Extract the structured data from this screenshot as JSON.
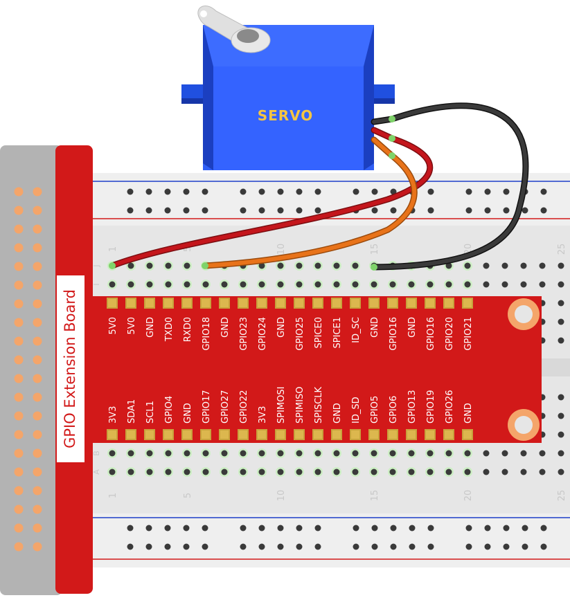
{
  "servo": {
    "label": "SERVO"
  },
  "extension_board": {
    "title": "GPIO Extension Board"
  },
  "pins_top": [
    "5V0",
    "5V0",
    "GND",
    "TXD0",
    "RXD0",
    "GPIO18",
    "GND",
    "GPIO23",
    "GPIO24",
    "GND",
    "GPIO25",
    "SPICE0",
    "SPICE1",
    "ID_SC",
    "GND",
    "GPIO16",
    "GND",
    "GPIO16",
    "GPIO20",
    "GPIO21"
  ],
  "pins_bottom": [
    "3V3",
    "SDA1",
    "SCL1",
    "GPIO4",
    "GND",
    "GPIO17",
    "GPIO27",
    "GPIO22",
    "3V3",
    "SPIMOSI",
    "SPIMISO",
    "SPISCLK",
    "GND",
    "ID_SD",
    "GPIO5",
    "GPIO6",
    "GPIO13",
    "GPIO19",
    "GPIO26",
    "GND"
  ],
  "breadboard": {
    "column_numbers": [
      "1",
      "5",
      "10",
      "15",
      "20",
      "25"
    ],
    "row_letters_top": [
      "J",
      "I"
    ],
    "row_letters_bottom": [
      "B",
      "A"
    ]
  },
  "colors": {
    "wire_red": "#c4161c",
    "wire_orange": "#e8731a",
    "wire_black": "#2b2b2b",
    "board_red": "#d21919",
    "servo_blue": "#2f5ef5",
    "ribbon_gray": "#b3b3b3"
  }
}
